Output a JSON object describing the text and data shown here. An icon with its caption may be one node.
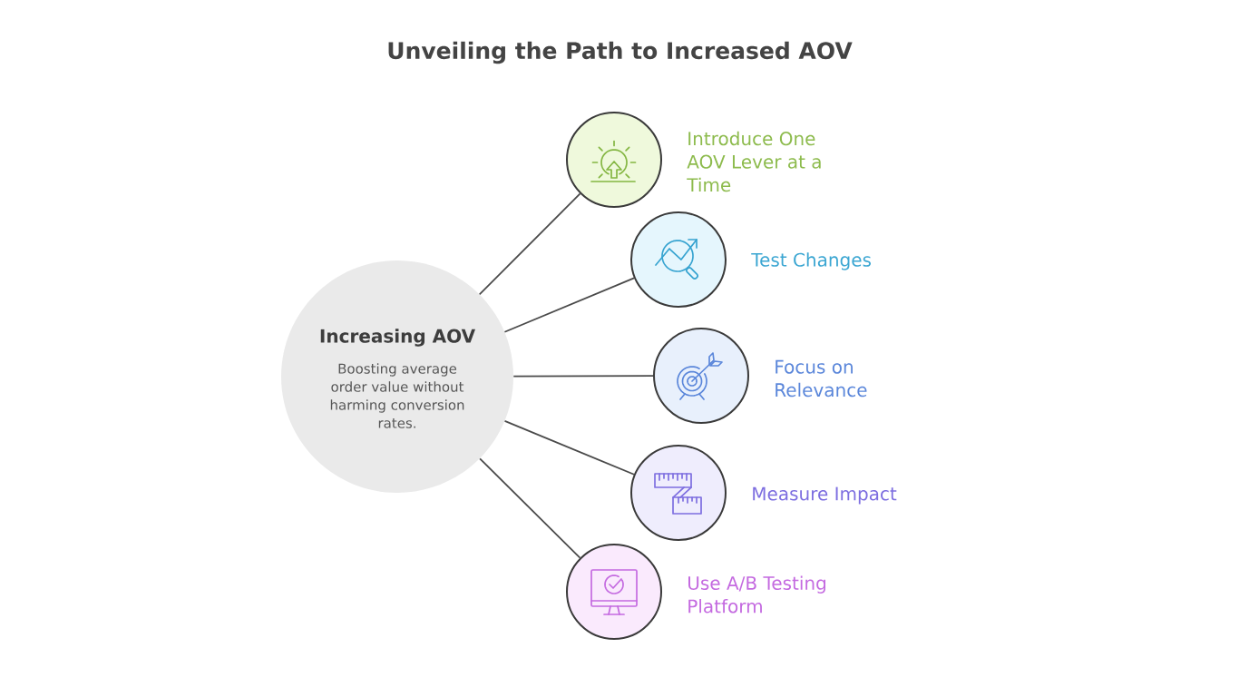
{
  "diagram": {
    "title": "Unveiling the Path to Increased AOV",
    "nodes": [
      {
        "text": [
          "Increasing AOV",
          "Boosting average order value without harming conversion rates."
        ]
      },
      {
        "text": [],
        "shape": "circle",
        "beside": [
          "Introduce One AOV Lever at a Time"
        ]
      },
      {
        "text": [],
        "shape": "circle",
        "beside": [
          "Test Changes"
        ]
      },
      {
        "text": [],
        "shape": "circle",
        "beside": [
          "Focus on Relevance"
        ]
      },
      {
        "text": [],
        "shape": "circle",
        "beside": [
          "Measure Impact"
        ]
      },
      {
        "text": [],
        "shape": "circle",
        "beside": [
          "Use A/B Testing Platform"
        ]
      }
    ],
    "edges": [
      {
        "from": 0,
        "to": 1,
        "arrow": "none"
      },
      {
        "from": 0,
        "to": 2,
        "arrow": "none"
      },
      {
        "from": 0,
        "to": 3,
        "arrow": "none"
      },
      {
        "from": 0,
        "to": 4,
        "arrow": "none"
      },
      {
        "from": 0,
        "to": 5,
        "arrow": "none"
      }
    ]
  }
}
